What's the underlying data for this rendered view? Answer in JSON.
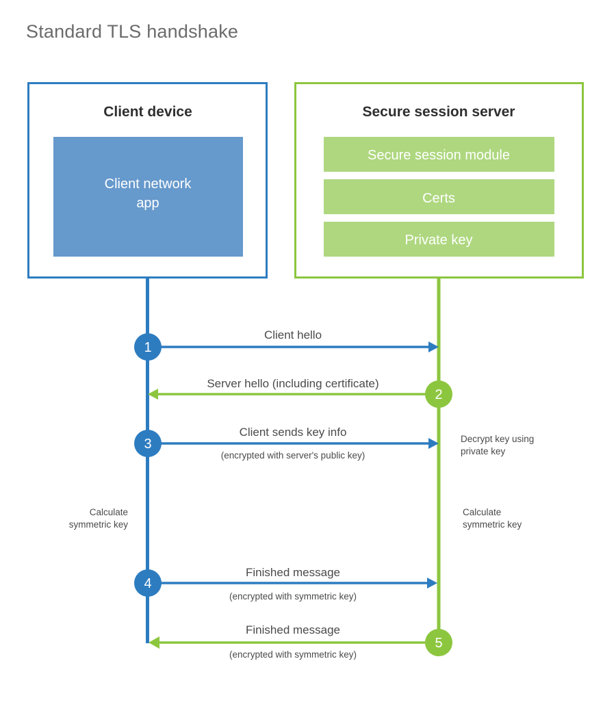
{
  "page": {
    "title": "Standard TLS handshake",
    "background_color": "#ffffff"
  },
  "colors": {
    "client_blue": "#2d7cc0",
    "client_app_fill": "#6699cc",
    "server_green": "#8cc63f",
    "server_bar_fill": "#aed77f",
    "title_gray": "#6b6b6b",
    "text_dark": "#2f2f2f",
    "text_body": "#4a4a4a"
  },
  "client_box": {
    "title": "Client device",
    "app_label_line1": "Client network",
    "app_label_line2": "app"
  },
  "server_box": {
    "title": "Secure session server",
    "modules": [
      {
        "label": "Secure session module"
      },
      {
        "label": "Certs"
      },
      {
        "label": "Private key"
      }
    ]
  },
  "lifelines": {
    "client_label": "client-lifeline",
    "server_label": "server-lifeline"
  },
  "steps": [
    {
      "number": "1",
      "origin": "client",
      "direction": "right",
      "label": "Client hello",
      "sublabel": ""
    },
    {
      "number": "2",
      "origin": "server",
      "direction": "left",
      "label": "Server hello (including certificate)",
      "sublabel": ""
    },
    {
      "number": "3",
      "origin": "client",
      "direction": "right",
      "label": "Client sends key info",
      "sublabel": "(encrypted with server's public key)"
    },
    {
      "number": "4",
      "origin": "client",
      "direction": "right",
      "label": "Finished message",
      "sublabel": "(encrypted with symmetric key)"
    },
    {
      "number": "5",
      "origin": "server",
      "direction": "left",
      "label": "Finished message",
      "sublabel": "(encrypted with symmetric key)"
    }
  ],
  "notes": {
    "decrypt_line1": "Decrypt key using",
    "decrypt_line2": "private key",
    "client_calc_line1": "Calculate",
    "client_calc_line2": "symmetric key",
    "server_calc_line1": "Calculate",
    "server_calc_line2": "symmetric key"
  }
}
